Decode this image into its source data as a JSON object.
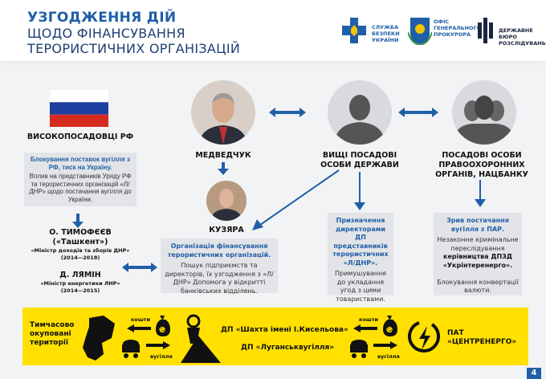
{
  "title": {
    "line1": "УЗГОДЖЕННЯ ДІЙ",
    "line2": "ЩОДО ФІНАНСУВАННЯ",
    "line3": "ТЕРОРИСТИЧНИХ ОРГАНІЗАЦІЙ"
  },
  "logos": {
    "sbu": [
      "СЛУЖБА",
      "БЕЗПЕКИ",
      "УКРАЇНИ"
    ],
    "ogp": [
      "ОФІС",
      "ГЕНЕРАЛЬНОГО",
      "ПРОКУРОРА"
    ],
    "dbr": [
      "ДЕРЖАВНЕ БЮРО",
      "РОЗСЛІДУВАНЬ"
    ]
  },
  "colors": {
    "accent": "#1f5fa8",
    "band": "#ffe000"
  },
  "russia": {
    "label": "ВИСОКОПОСАДОВЦІ РФ",
    "highlight": "Блокування поставок вугілля з РФ, тиск на Україну.",
    "text": "Вплив на представників Уряду РФ та терористичних організацій «Л/ДНР» щодо постачання вугілля до України."
  },
  "timofeev": {
    "name": "О. ТИМОФЄЄВ",
    "alias": "(«Ташкент»)",
    "role": "«Міністр доходів та зборів ДНР»",
    "years": "(2014—2018)"
  },
  "lyamin": {
    "name": "Д. ЛЯМІН",
    "role": "«Міністр енергетики ЛНР»",
    "years": "(2014—2015)"
  },
  "medvedchuk": {
    "label": "МЕДВЕДЧУК"
  },
  "kuzyara": {
    "label": "КУЗЯРА",
    "highlight": "Організація фінансування терористичних організацій.",
    "text": "Пошук підприємств та директорів, їх узгодження з «Л/ДНР» Допомога у відкритті банківських відділень."
  },
  "officials": {
    "label": "ВИЩІ ПОСАДОВІ ОСОБИ ДЕРЖАВИ",
    "highlight": "Призначення директорами ДП представників терористичних «Л/ДНР».",
    "text": "Примушування до укладання угод з цими товариствами."
  },
  "law": {
    "label": "ПОСАДОВІ ОСОБИ ПРАВООХОРОННИХ ОРГАНІВ, НАЦБАНКУ",
    "highlight": "Зрив постачання вугілля з ПАР.",
    "text1": "Незаконне кримінальне переслідування",
    "bold": "керівництва ДПЗД «Укрінтеренерго».",
    "text2": "Блокування конвертації валюти."
  },
  "band": {
    "territories": "Тимчасово окуповані території",
    "money": "кошти",
    "coal": "вугілля",
    "mine1": "ДП «Шахта імені І.Кисельова»",
    "mine2": "ДП «Луганськвугілля»",
    "company": "ПАТ «ЦЕНТРЕНЕРГО»"
  },
  "page_number": "4"
}
